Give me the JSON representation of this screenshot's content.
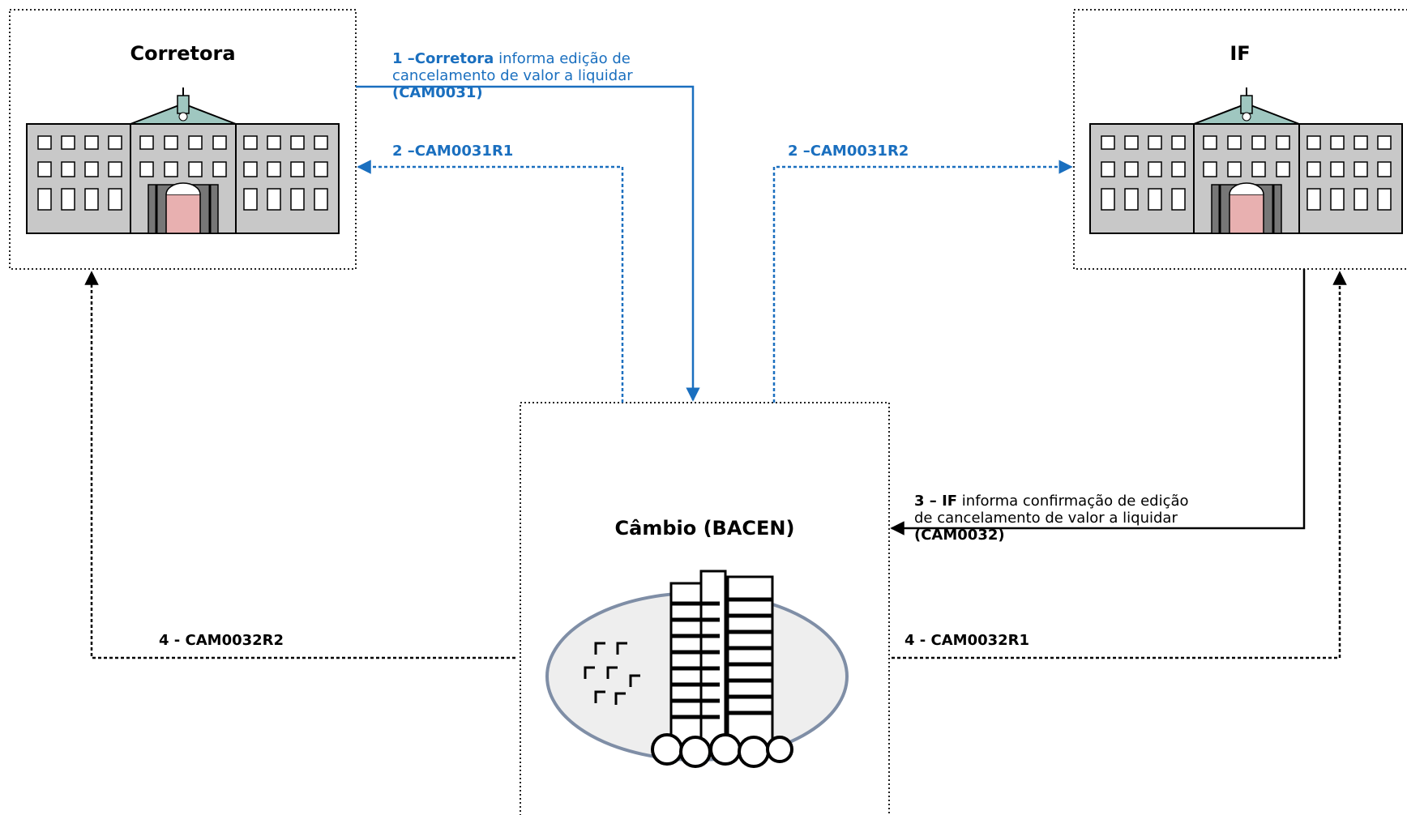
{
  "nodes": {
    "corretora": {
      "title": "Corretora"
    },
    "if": {
      "title": "IF"
    },
    "cambio": {
      "title": "Câmbio (BACEN)"
    }
  },
  "messages": {
    "m1": {
      "num": "1 –",
      "actor": "Corretora",
      "text1": " informa edição de",
      "text2": " cancelamento de valor a liquidar",
      "code": "(CAM0031)"
    },
    "m2a": {
      "label": "2 –CAM0031R1"
    },
    "m2b": {
      "label": "2 –CAM0031R2"
    },
    "m3": {
      "num": "3 – ",
      "actor": "IF",
      "text1": " informa confirmação de edição",
      "text2": " de cancelamento de valor a liquidar",
      "code": "(CAM0032)"
    },
    "m4a": {
      "label": "4 - CAM0032R2"
    },
    "m4b": {
      "label": "4 - CAM0032R1"
    }
  },
  "colors": {
    "flow_blue": "#1a6fbf",
    "flow_black": "#000000",
    "building_gray": "#c8c8c8",
    "ellipse_fill": "#eeeeee",
    "ellipse_stroke": "#7f8ea6"
  },
  "icons": [
    "bank-building-icon",
    "central-bank-tower-icon"
  ]
}
